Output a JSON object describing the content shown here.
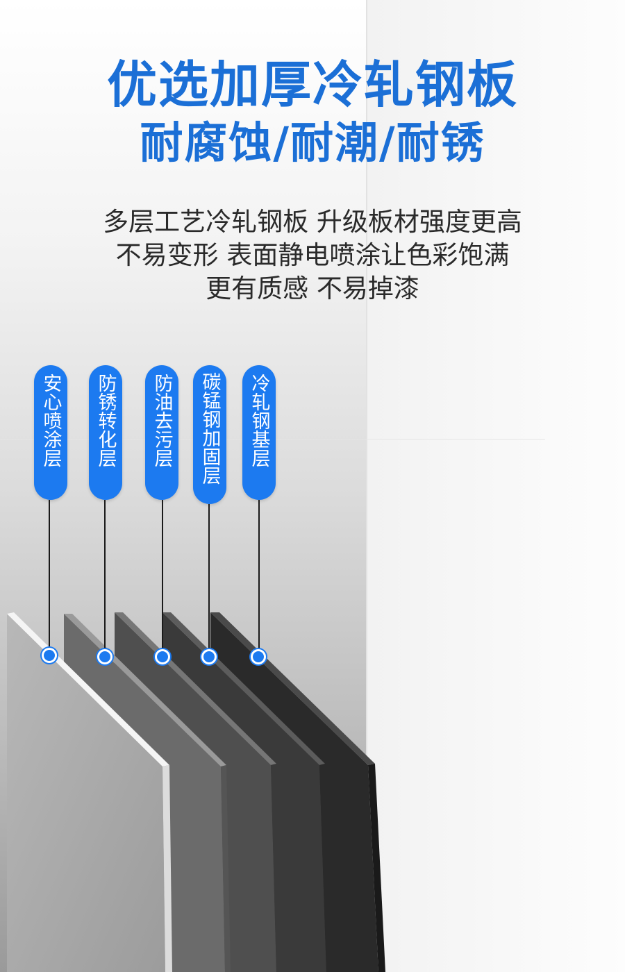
{
  "headline": {
    "line1": "优选加厚冷轧钢板",
    "line2": "耐腐蚀/耐潮/耐锈"
  },
  "description": {
    "line1": "多层工艺冷轧钢板 升级板材强度更高",
    "line2": "不易变形 表面静电喷涂让色彩饱满",
    "line3": "更有质感 不易掉漆"
  },
  "layers": [
    {
      "label": "安心喷涂层",
      "color": "#a9a9a9"
    },
    {
      "label": "防锈转化层",
      "color": "#6e6e6e"
    },
    {
      "label": "防油去污层",
      "color": "#555555"
    },
    {
      "label": "碳锰钢加固层",
      "color": "#3c3c3c"
    },
    {
      "label": "冷轧钢基层",
      "color": "#222222"
    }
  ],
  "colors": {
    "accent": "#1c7af0",
    "title": "#1b6fd6"
  }
}
